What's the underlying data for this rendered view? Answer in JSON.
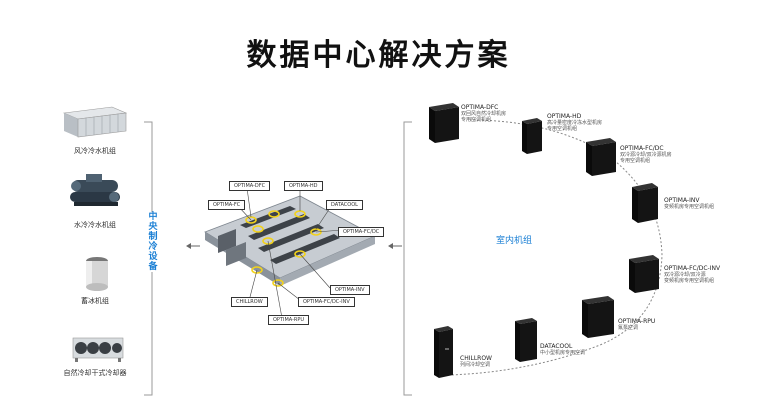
{
  "title": "数据中心解决方案",
  "left_panel": {
    "vertical_label": "中央制冷设备",
    "equipment": [
      {
        "label": "风冷冷水机组",
        "icon": "air-cooled-chiller-icon"
      },
      {
        "label": "水冷冷水机组",
        "icon": "water-cooled-chiller-icon"
      },
      {
        "label": "蓄冰机组",
        "icon": "ice-storage-tank-icon"
      },
      {
        "label": "自然冷却干式冷却器",
        "icon": "dry-cooler-icon"
      }
    ]
  },
  "floor_plan": {
    "tags": [
      "OPTIMA-DFC",
      "OPTIMA-HD",
      "OPTIMA-FC",
      "DATACOOL",
      "OPTIMA-FC/DC",
      "OPTIMA-INV",
      "CHILLROW",
      "OPTIMA-FC/DC-INV",
      "OPTIMA-RPU"
    ]
  },
  "right_panel": {
    "center_label": "室内机组",
    "units": [
      {
        "name": "OPTIMA-DFC",
        "desc": [
          "双回风自然冷却机房",
          "专用空调机组"
        ]
      },
      {
        "name": "OPTIMA-HD",
        "desc": [
          "高冷量密度冷冻水型机房",
          "专用空调机组"
        ]
      },
      {
        "name": "OPTIMA-FC/DC",
        "desc": [
          "双冷源冷却/双冷源机房",
          "专用空调机组"
        ]
      },
      {
        "name": "OPTIMA-INV",
        "desc": [
          "变频机房专用空调机组"
        ]
      },
      {
        "name": "OPTIMA-FC/DC-INV",
        "desc": [
          "双冷源冷却/双冷源",
          "变频机房专用空调机组"
        ]
      },
      {
        "name": "OPTIMA-RPU",
        "desc": [
          "氟泵空调"
        ]
      },
      {
        "name": "DATACOOL",
        "desc": [
          "中小型机房专用空调"
        ]
      },
      {
        "name": "CHILLROW",
        "desc": [
          "列间冷却空调"
        ]
      }
    ]
  },
  "colors": {
    "accent_blue": "#1a7fd4",
    "highlight_yellow": "#f2d21b",
    "bracket_gray": "#9a9a9a",
    "cabinet": "#141414"
  }
}
